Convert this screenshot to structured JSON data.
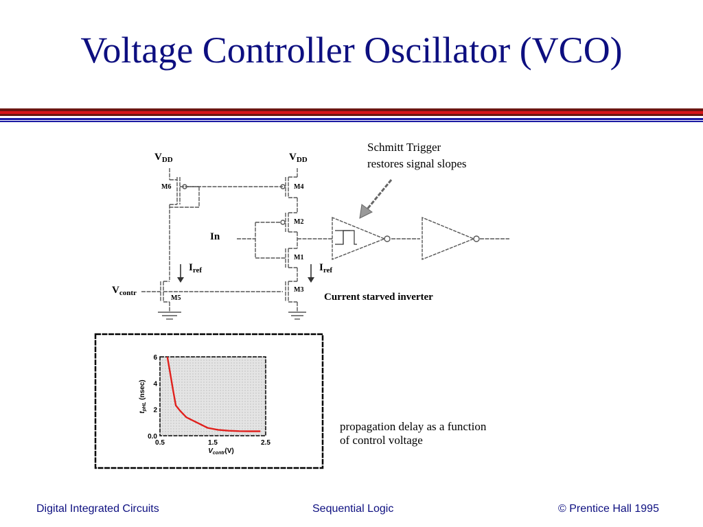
{
  "slide": {
    "title": "Voltage Controller Oscillator (VCO)",
    "accent_colors": {
      "title": "#0d0f80",
      "bar_red": "#d8151a",
      "bar_dark": "#6b1612",
      "bar_blue": "#1b1aa3"
    }
  },
  "circuit": {
    "vdd_left": "V",
    "vdd_left_sub": "DD",
    "vdd_right": "V",
    "vdd_right_sub": "DD",
    "m6": "M6",
    "m4": "M4",
    "m2": "M2",
    "m1": "M1",
    "m3": "M3",
    "m5": "M5",
    "in_label": "In",
    "iref_left": "I",
    "iref_left_sub": "ref",
    "iref_right": "I",
    "iref_right_sub": "ref",
    "vcontr": "V",
    "vcontr_sub": "contr",
    "schmitt_line1": "Schmitt Trigger",
    "schmitt_line2": "restores signal slopes",
    "csi_label": "Current starved inverter"
  },
  "chart_data": {
    "type": "line",
    "x": [
      0.64,
      0.7,
      0.75,
      0.8,
      0.88,
      1.0,
      1.2,
      1.4,
      1.6,
      1.8,
      2.0,
      2.2,
      2.4
    ],
    "series": [
      {
        "values": [
          6.0,
          4.6,
          3.4,
          2.3,
          1.9,
          1.4,
          1.0,
          0.6,
          0.45,
          0.38,
          0.35,
          0.34,
          0.34
        ]
      }
    ],
    "xlim": [
      0.5,
      2.5
    ],
    "ylim": [
      0.0,
      6.0
    ],
    "xticks": [
      "0.5",
      "1.5",
      "2.5"
    ],
    "yticks": [
      "0.0",
      "2",
      "4",
      "6"
    ],
    "xlabel_main": "V",
    "xlabel_sub": "contr",
    "xlabel_unit": "(V)",
    "ylabel_main": "t",
    "ylabel_sub": "pHL",
    "ylabel_unit": "(nsec)",
    "line_color": "#e0201c",
    "grid": "dotted"
  },
  "caption": {
    "line1": "propagation delay as a function",
    "line2": "of control voltage"
  },
  "footer": {
    "left": "Digital Integrated Circuits",
    "center": "Sequential Logic",
    "right": "© Prentice Hall 1995"
  }
}
